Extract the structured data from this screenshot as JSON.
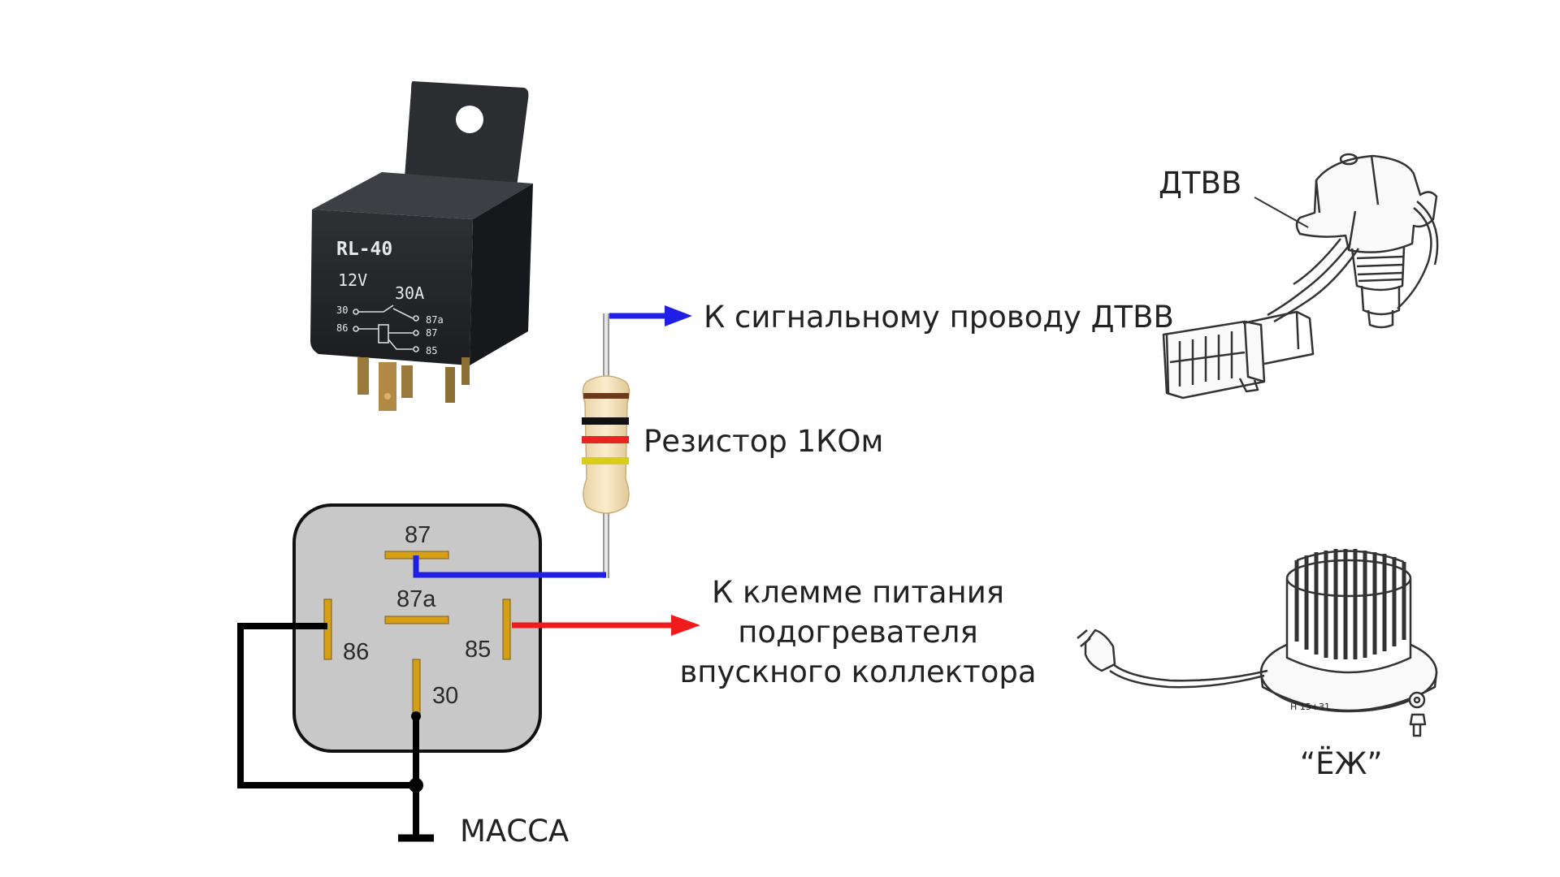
{
  "relay_photo": {
    "model": "RL-40",
    "voltage": "12V",
    "current": "30A",
    "pins": [
      "30",
      "86",
      "87a",
      "87",
      "85"
    ]
  },
  "relay_schematic": {
    "pin_87": "87",
    "pin_87a": "87a",
    "pin_86": "86",
    "pin_85": "85",
    "pin_30": "30"
  },
  "labels": {
    "signal_wire": "К сигнальному проводу ДТВВ",
    "resistor": "Резистор 1КОм",
    "heater_line1": "К клемме питания",
    "heater_line2": "подогревателя",
    "heater_line3": "впускного коллектора",
    "ground": "МАССА",
    "sensor": "ДТВВ",
    "heater": "“ЁЖ”",
    "heater_part_no": "H 15+31"
  },
  "colors": {
    "signal_wire": "#1f1fe6",
    "power_wire": "#ee1c1c",
    "ground_wire": "#000000",
    "relay_body": "#c8c8c8",
    "pin": "#d4a017"
  },
  "resistor_bands": [
    "#6b3a1a",
    "#111111",
    "#e8251f",
    "#d9cc1a"
  ]
}
